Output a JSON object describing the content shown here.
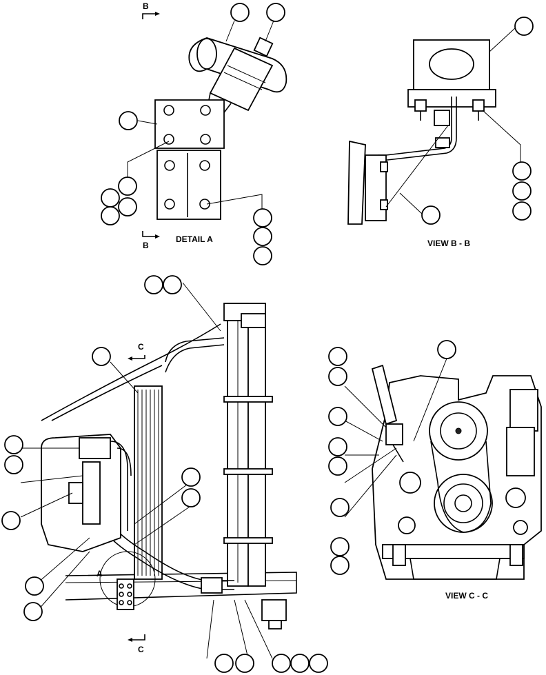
{
  "views": {
    "detail_a": "DETAIL A",
    "view_b": "VIEW B - B",
    "view_c": "VIEW C - C"
  },
  "markers": {
    "b_top": "B",
    "b_bottom": "B",
    "c_top": "C",
    "c_bottom": "C",
    "a_detail": "A"
  }
}
